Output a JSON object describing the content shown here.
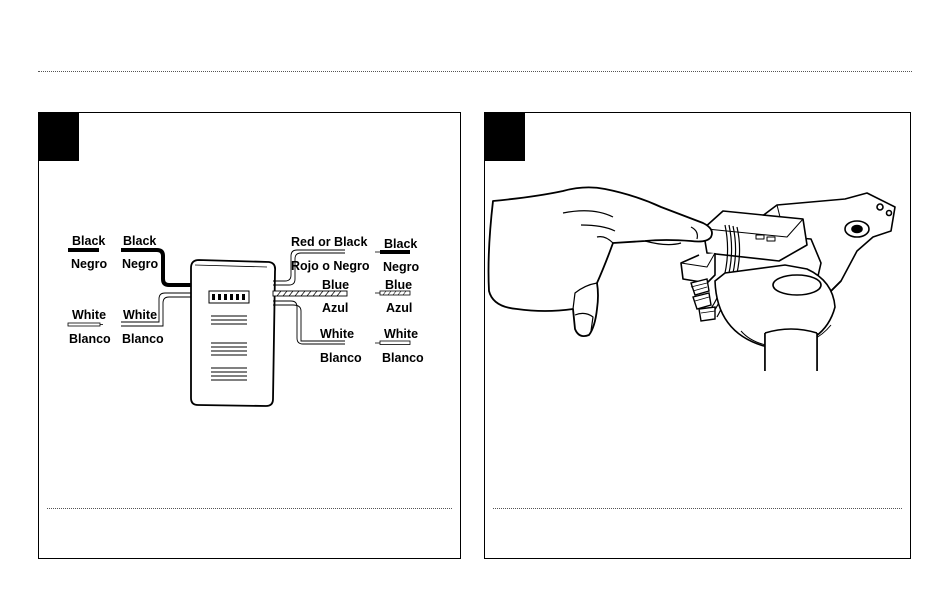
{
  "wiring": {
    "ceiling": [
      {
        "top": "Black",
        "bottom": "Negro"
      },
      {
        "top": "White",
        "bottom": "Blanco"
      }
    ],
    "receiver_input": [
      {
        "top": "Black",
        "bottom": "Negro"
      },
      {
        "top": "White",
        "bottom": "Blanco"
      }
    ],
    "receiver_output": [
      {
        "top": "Red or Black",
        "bottom": "Rojo o Negro"
      },
      {
        "top": "Blue",
        "bottom": "Azul"
      },
      {
        "top": "White",
        "bottom": "Blanco"
      }
    ],
    "fan": [
      {
        "top": "Black",
        "bottom": "Negro"
      },
      {
        "top": "Blue",
        "bottom": "Azul"
      },
      {
        "top": "White",
        "bottom": "Blanco"
      }
    ]
  },
  "colors": {
    "line": "#000000",
    "background": "#ffffff",
    "rule": "#555555"
  },
  "icons": [
    "receiver-unit-illustration",
    "hand-illustration",
    "mounting-bracket-illustration",
    "fan-downrod-illustration"
  ]
}
